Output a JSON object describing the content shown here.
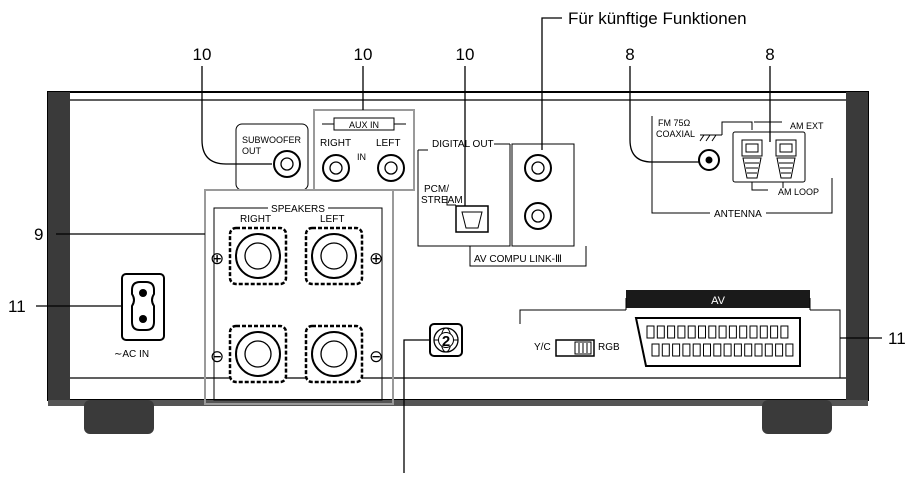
{
  "callouts": {
    "top_note": "Für künftige Funktionen",
    "n10_a": "10",
    "n10_b": "10",
    "n10_c": "10",
    "n8_a": "8",
    "n8_b": "8",
    "n9": "9",
    "n11_left": "11",
    "n11_right": "11"
  },
  "panel": {
    "aux_in": "AUX IN",
    "subwoofer_1": "SUBWOOFER",
    "subwoofer_2": "OUT",
    "aux_right": "RIGHT",
    "aux_left": "LEFT",
    "aux_in_small": "IN",
    "digital_out": "DIGITAL OUT",
    "pcm_1": "PCM/",
    "pcm_2": "STREAM",
    "av_compu_link": "AV  COMPU  LINK-Ⅲ",
    "fm_1": "FM  75Ω",
    "fm_2": "COAXIAL",
    "am_ext": "AM  EXT",
    "am_loop": "AM  LOOP",
    "antenna": "ANTENNA",
    "speakers": "SPEAKERS",
    "spk_right": "RIGHT",
    "spk_left": "LEFT",
    "ac_in": "∼AC IN",
    "av": "AV",
    "yc": "Y/C",
    "rgb": "RGB",
    "badge_number": "2",
    "plus_sign": "⊕",
    "minus_sign": "⊖"
  }
}
